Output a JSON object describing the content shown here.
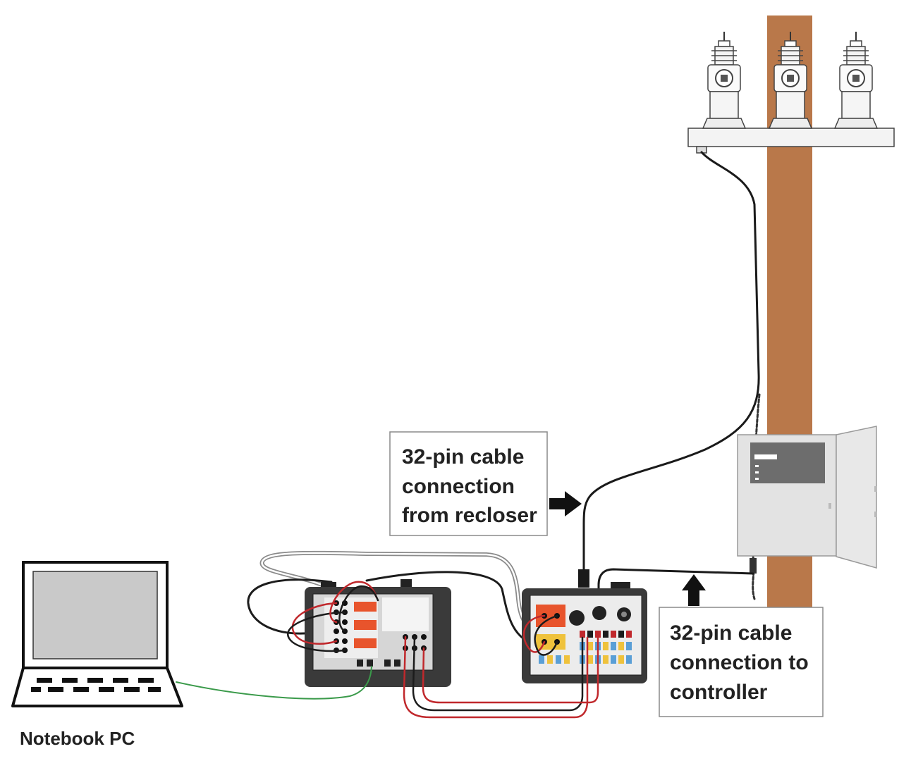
{
  "callouts": {
    "recloser": {
      "lines": [
        "32-pin cable",
        "connection",
        "from recloser"
      ]
    },
    "controller": {
      "lines": [
        "32-pin cable",
        "connection to",
        "controller"
      ]
    }
  },
  "labels": {
    "notebook": "Notebook PC"
  },
  "icons": [
    "recloser-bushing-icon",
    "utility-pole-icon",
    "controller-cabinet-icon",
    "test-set-icon",
    "test-switch-icon",
    "laptop-icon",
    "arrow-right-icon",
    "arrow-up-icon"
  ],
  "colors": {
    "pole": "#b9784a",
    "control_cable": "#1a1a1a",
    "gray_cable": "#8a8a8a",
    "green_cable": "#3a9a4a",
    "red_wire": "#c0282c",
    "black_wire": "#1c1c1c",
    "equipment_body": "#3a3a3a",
    "terminal_orange": "#e8542c",
    "terminal_yellow": "#efc23c",
    "terminal_blue": "#5a9fd6",
    "panel_gray": "#6d6d6d",
    "laptop_screen": "#c9c9c9"
  }
}
